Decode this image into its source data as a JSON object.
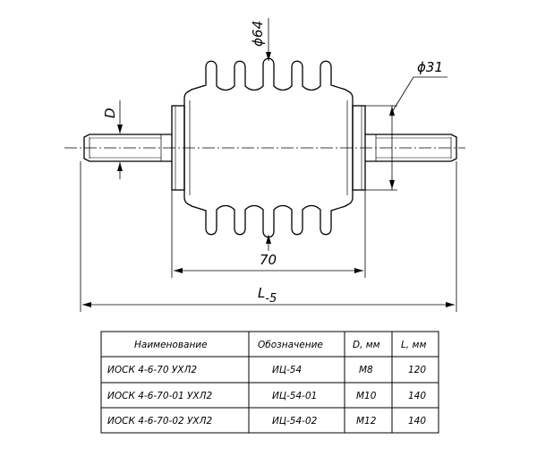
{
  "dimensions": {
    "shed_diameter": "ϕ64",
    "body_diameter": "ϕ31",
    "thread": "D",
    "body_length": "70",
    "total_length": "L",
    "total_length_suffix": "-5"
  },
  "table": {
    "headers": [
      "Наименование",
      "Обозначение",
      "D, мм",
      "L, мм"
    ],
    "rows": [
      [
        "ИОСК 4-6-70 УХЛ2",
        "ИЦ-54",
        "М8",
        "120"
      ],
      [
        "ИОСК 4-6-70-01 УХЛ2",
        "ИЦ-54-01",
        "М10",
        "140"
      ],
      [
        "ИОСК 4-6-70-02 УХЛ2",
        "ИЦ-54-02",
        "М12",
        "140"
      ]
    ]
  }
}
